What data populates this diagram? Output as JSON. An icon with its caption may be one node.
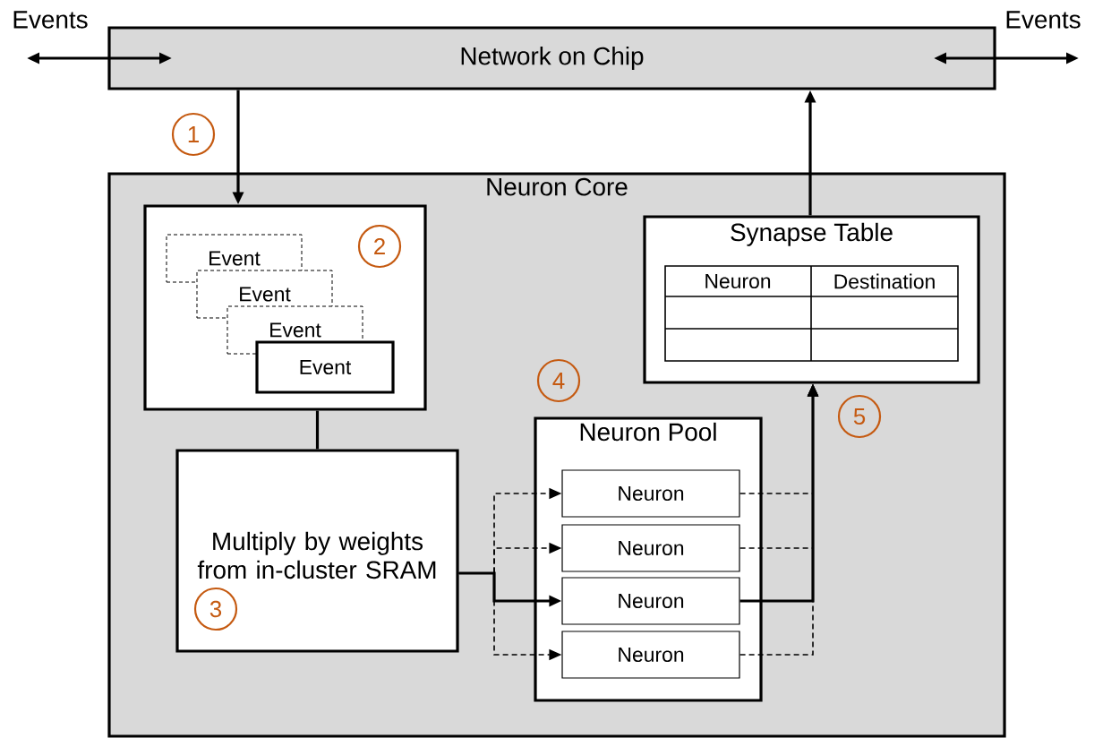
{
  "diagram": {
    "nodes": [
      {
        "text": [
          "Network on Chip"
        ]
      },
      {
        "text": [
          "Neuron Core"
        ]
      },
      {
        "text": [],
        "shape": "box",
        "in": 1
      },
      {
        "text": [
          "Event"
        ],
        "in": 2
      },
      {
        "text": [
          "Event"
        ],
        "in": 2
      },
      {
        "text": [
          "Event"
        ],
        "in": 2
      },
      {
        "text": [
          "Event"
        ],
        "in": 2
      },
      {
        "text": [
          "Synapse Table"
        ],
        "in": 1
      },
      {
        "text": [
          "Multiply by weights from in-cluster SRAM"
        ],
        "in": 1
      },
      {
        "text": [
          "Neuron Pool"
        ],
        "in": 1
      },
      {
        "text": [
          "Neuron"
        ],
        "in": 9
      },
      {
        "text": [
          "Neuron"
        ],
        "in": 9
      },
      {
        "text": [
          "Neuron"
        ],
        "in": 9
      },
      {
        "text": [
          "Neuron"
        ],
        "in": 9
      }
    ],
    "edges": [
      {
        "from": null,
        "to": 0,
        "arrow": "both",
        "label": "Events"
      },
      {
        "from": 0,
        "to": null,
        "arrow": "both",
        "label": "Events"
      },
      {
        "from": 0,
        "to": 2,
        "arrow": "to"
      },
      {
        "from": 2,
        "to": 8,
        "arrow": "none"
      },
      {
        "from": 8,
        "to": 10,
        "arrow": "to",
        "style": "dashed"
      },
      {
        "from": 8,
        "to": 11,
        "arrow": "to",
        "style": "dashed"
      },
      {
        "from": 8,
        "to": 12,
        "arrow": "to"
      },
      {
        "from": 8,
        "to": 13,
        "arrow": "to",
        "style": "dashed"
      },
      {
        "from": 10,
        "to": 7,
        "arrow": "to",
        "style": "dashed"
      },
      {
        "from": 11,
        "to": 7,
        "arrow": "to",
        "style": "dashed"
      },
      {
        "from": 12,
        "to": 7,
        "arrow": "to"
      },
      {
        "from": 13,
        "to": 7,
        "arrow": "to",
        "style": "dashed"
      },
      {
        "from": 7,
        "to": 0,
        "arrow": "to"
      }
    ],
    "labels": [
      "1",
      "2",
      "Neuron",
      "Destination",
      "4",
      "5",
      "3"
    ]
  }
}
